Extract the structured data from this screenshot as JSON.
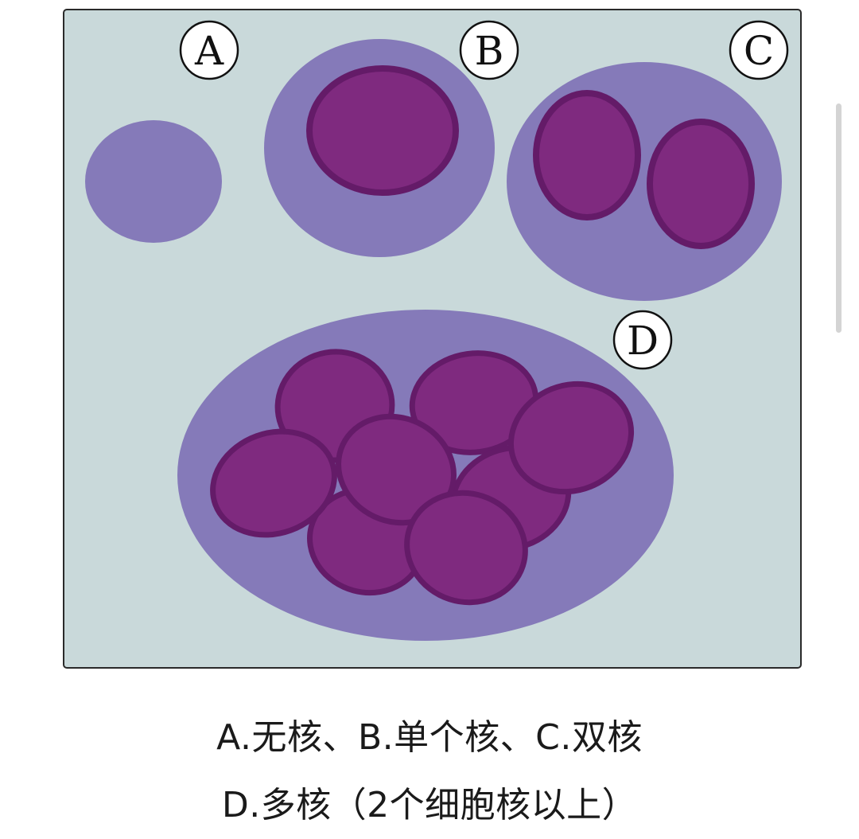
{
  "diagram": {
    "labels": {
      "a": "A",
      "b": "B",
      "c": "C",
      "d": "D"
    },
    "colors": {
      "background": "#c9d9da",
      "cytoplasm": "#857ab9",
      "nucleus_fill": "#7f2a7f",
      "nucleus_border": "#641b68",
      "frame": "#2a2a2a",
      "label_fill": "#ffffff"
    }
  },
  "caption": {
    "line1": "A.无核、B.单个核、C.双核",
    "line2": "D.多核（2个细胞核以上）"
  }
}
